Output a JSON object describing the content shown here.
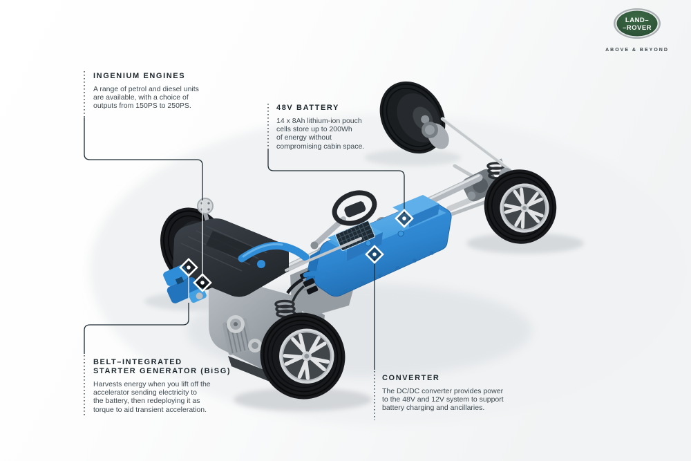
{
  "logo": {
    "brand_line1": "LAND–",
    "brand_line2": "–ROVER",
    "tagline": "ABOVE & BEYOND",
    "badge_green": "#2f5339"
  },
  "callouts": {
    "ingenium": {
      "title": "INGENIUM ENGINES",
      "body": [
        "A range of petrol and diesel units",
        "are available, with a choice of",
        "outputs from 150PS to 250PS."
      ]
    },
    "battery": {
      "title": "48V BATTERY",
      "body": [
        "14 x 8Ah lithium-ion pouch",
        "cells store up to 200Wh",
        "of energy without",
        "compromising cabin space."
      ]
    },
    "bisg": {
      "title_line1": "BELT–INTEGRATED",
      "title_line2": "STARTER GENERATOR (BiSG)",
      "body": [
        "Harvests energy when you lift off the",
        "accelerator sending electricity to",
        "the battery, then redeploying it as",
        "torque to aid transient acceleration."
      ]
    },
    "converter": {
      "title": "CONVERTER",
      "body": [
        "The DC/DC converter provides power",
        "to the 48V and 12V system to support",
        "battery charging and ancillaries."
      ]
    }
  },
  "markers": [
    {
      "target": "bisg"
    },
    {
      "target": "ingenium-engine"
    },
    {
      "target": "48v-battery"
    },
    {
      "target": "dc-dc-converter"
    }
  ],
  "colors": {
    "hybrid_accent_blue": "#2e8bd6",
    "callout_line": "#1c2b33",
    "heading_text": "#1a252c",
    "body_text": "#3e4950",
    "logo_green": "#2f5339"
  }
}
